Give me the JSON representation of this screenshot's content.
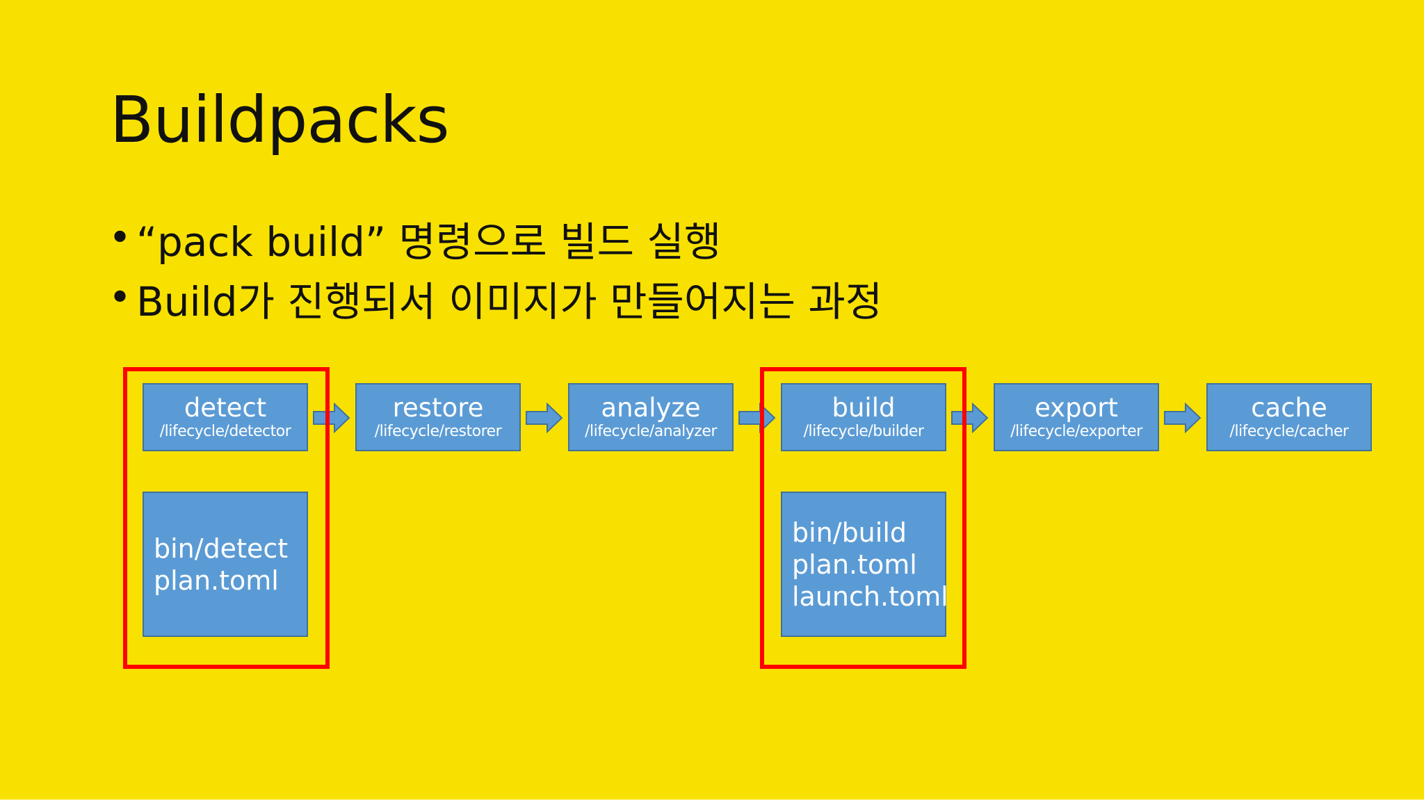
{
  "slide": {
    "title": "Buildpacks",
    "bullets": [
      "“pack build” 명령으로 빌드 실행",
      "Build가 진행되서 이미지가 만들어지는 과정"
    ]
  },
  "diagram": {
    "stages": [
      {
        "name": "detect",
        "path": "/lifecycle/detector"
      },
      {
        "name": "restore",
        "path": "/lifecycle/restorer"
      },
      {
        "name": "analyze",
        "path": "/lifecycle/analyzer"
      },
      {
        "name": "build",
        "path": "/lifecycle/builder"
      },
      {
        "name": "export",
        "path": "/lifecycle/exporter"
      },
      {
        "name": "cache",
        "path": "/lifecycle/cacher"
      }
    ],
    "detect_files": [
      "bin/detect",
      "plan.toml"
    ],
    "build_files": [
      "bin/build",
      "plan.toml",
      "launch.toml"
    ],
    "colors": {
      "background": "#f8e100",
      "box_fill": "#5b9bd5",
      "box_border": "#41719c",
      "highlight": "#ff0000"
    }
  }
}
